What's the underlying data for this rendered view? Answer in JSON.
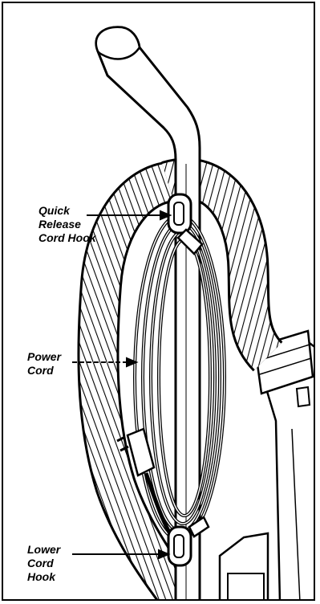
{
  "labels": {
    "quick_release_1": "Quick",
    "quick_release_2": "Release",
    "quick_release_3": "Cord Hook",
    "power_cord_1": "Power",
    "power_cord_2": "Cord",
    "lower_hook_1": "Lower",
    "lower_hook_2": "Cord",
    "lower_hook_3": "Hook"
  }
}
